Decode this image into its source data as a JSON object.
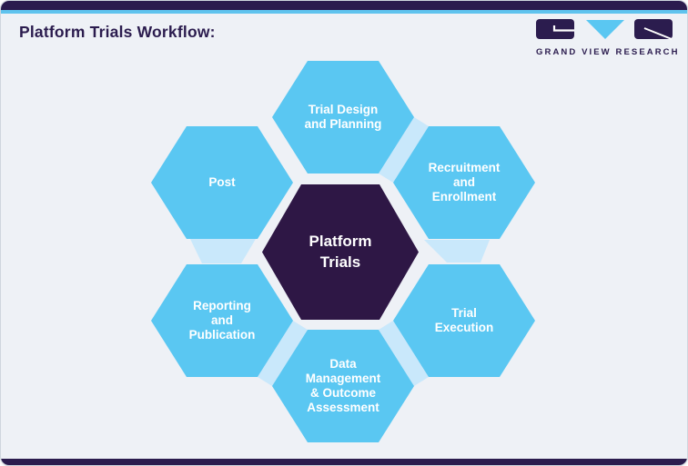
{
  "page": {
    "title": "Platform Trials Workflow:",
    "brand": {
      "name": "GRAND VIEW RESEARCH"
    }
  },
  "colors": {
    "sky_blue": "#5ac7f2",
    "pale_blue": "#c9e8fb",
    "dark_purple_bar": "#2b1c4e",
    "center_hex": "#2e1745",
    "background": "#eef1f6",
    "strip_blue": "#5fc3ee",
    "hex_text": "#ffffff"
  },
  "diagram": {
    "center": {
      "label": "Platform\nTrials"
    },
    "nodes": [
      {
        "id": "trial-design",
        "label": "Trial Design\nand Planning"
      },
      {
        "id": "recruitment",
        "label": "Recruitment\nand\nEnrollment"
      },
      {
        "id": "trial-execution",
        "label": "Trial\nExecution"
      },
      {
        "id": "data-management",
        "label": "Data\nManagement\n& Outcome\nAssessment"
      },
      {
        "id": "reporting",
        "label": "Reporting\nand\nPublication"
      },
      {
        "id": "post",
        "label": "Post"
      }
    ],
    "connectors": [
      "design-to-recruitment",
      "recruitment-to-execution",
      "execution-to-data",
      "data-to-reporting",
      "reporting-to-post"
    ]
  }
}
